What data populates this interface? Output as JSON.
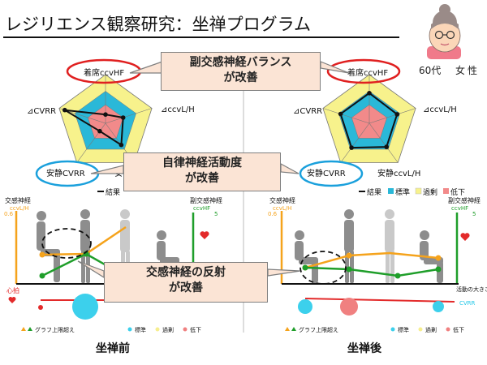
{
  "title": "レジリエンス観察研究：坐禅プログラム",
  "subject": {
    "age": "60代",
    "sex": "女性"
  },
  "axes": [
    "着席ccvHF",
    "⊿ccvL/H",
    "安静ccvL/H",
    "安静CVRR",
    "⊿CVRR"
  ],
  "axis_label_left": "⊿CVRR",
  "callouts": {
    "parasympathetic": {
      "line1": "副交感神経バランス",
      "line2": "が改善"
    },
    "autonomic": {
      "line1": "自律神経活動度",
      "line2": "が改善"
    },
    "reflex": {
      "line1": "交感神経の反射",
      "line2": "が改善"
    }
  },
  "radar_legend": {
    "result": "結果",
    "standard": "標準",
    "excess": "過剰",
    "low": "低下"
  },
  "radar_legend_left_partial": "結果",
  "radar_left_label_partial": "安",
  "posture": {
    "sympathetic_label": "交感神経",
    "sympathetic_sub": "ccvL/H",
    "sympathetic_max": "0.6",
    "para_label": "副交感神経",
    "para_sub": "ccvHF",
    "para_max": "5",
    "heartrate_label": "心拍",
    "activity_label": "活動の大きさ",
    "activity_sub": "CVRR",
    "over_limit": "グラフ上限超え"
  },
  "panel_labels": {
    "before": "坐禅前",
    "after": "坐禅後"
  },
  "colors": {
    "orange": "#f5a31c",
    "green": "#1f9e2a",
    "red": "#e32a2a",
    "cyan": "#24c8e8",
    "yellow": "#f6ee8f",
    "pink": "#f08080",
    "radar_standard": "#2ab8d8",
    "radar_excess": "#f7f28c",
    "radar_low": "#f28a8a",
    "callout_bg": "#fbe4d5",
    "ellipse_red": "#e02020",
    "ellipse_blue": "#1aa0dc"
  },
  "chart_data": [
    {
      "type": "radar",
      "name": "坐禅前",
      "axes": [
        "着席ccvHF",
        "⊿ccvL/H",
        "安静ccvL/H",
        "安静CVRR",
        "⊿CVRR"
      ],
      "values": [
        0.18,
        0.38,
        0.55,
        0.2,
        0.88
      ],
      "range": [
        0,
        1
      ]
    },
    {
      "type": "radar",
      "name": "坐禅後",
      "axes": [
        "着席ccvHF",
        "⊿ccvL/H",
        "安静ccvL/H",
        "安静CVRR",
        "⊿CVRR"
      ],
      "values": [
        0.62,
        0.6,
        0.6,
        0.62,
        0.62
      ],
      "range": [
        0,
        1
      ]
    }
  ]
}
